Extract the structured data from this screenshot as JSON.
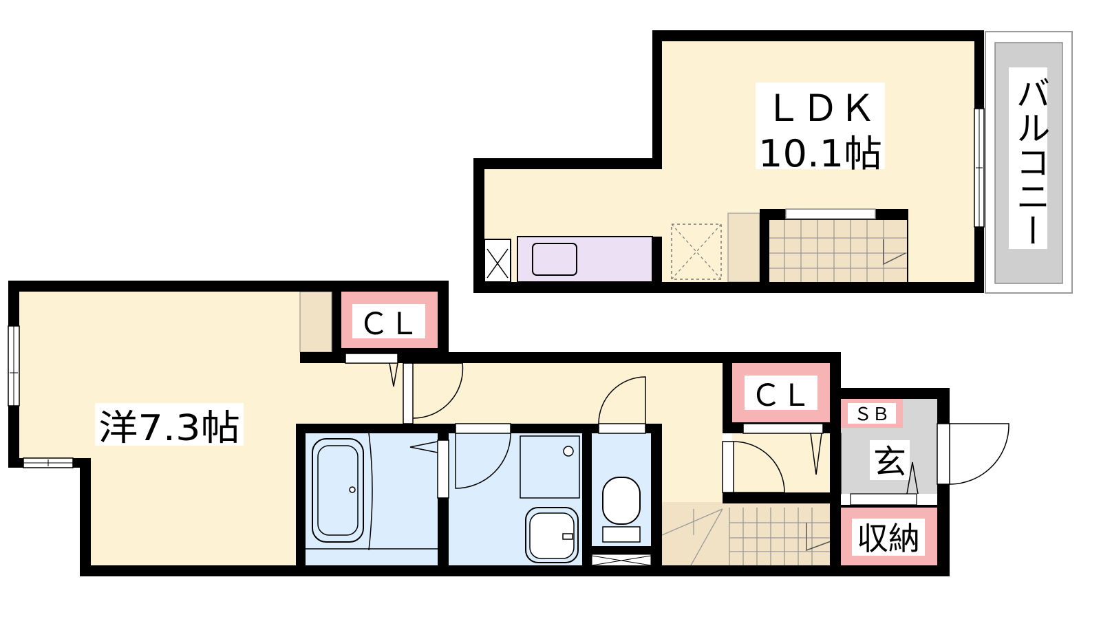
{
  "rooms": {
    "ldk_name": "ＬＤＫ",
    "ldk_size": "10.1帖",
    "balcony": "バルコニー",
    "western_room": "洋7.3帖",
    "closet_1": "ＣＬ",
    "closet_2": "ＣＬ",
    "shoe_box": "ＳＢ",
    "entrance": "玄",
    "storage": "収納"
  },
  "colors": {
    "room_floor": "#fdf3d4",
    "wet_area": "#dceefd",
    "closet": "#f6b4b4",
    "entrance_floor": "#d6d6d6",
    "balcony": "#cfcfcf",
    "kitchen": "#ece0f5",
    "stairs": "#f1e2c6",
    "wall": "#000000"
  }
}
